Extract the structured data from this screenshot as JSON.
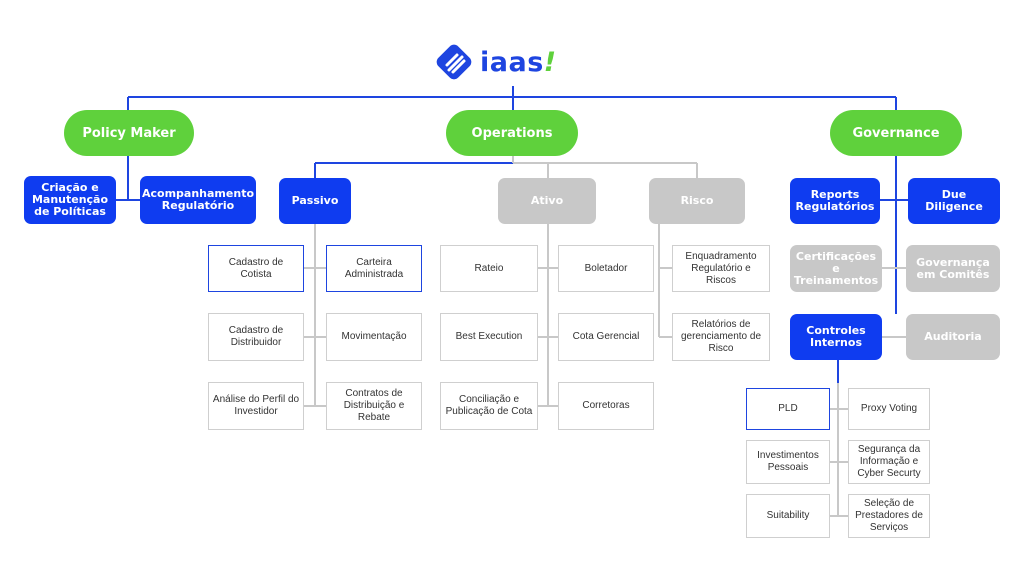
{
  "logo": {
    "name": "iaas",
    "mark": "!"
  },
  "colors": {
    "green": "#5fd13c",
    "blue": "#0f3cf0",
    "grey": "#c8c8c8",
    "line_blue": "#1e45e0",
    "line_grey": "#c8c8c8"
  },
  "top": {
    "policy": "Policy Maker",
    "operations": "Operations",
    "governance": "Governance"
  },
  "policy": {
    "criacao": "Criação e Manutenção de Políticas",
    "acompanhamento": "Acompanhamento Regulatório"
  },
  "operations": {
    "passivo": "Passivo",
    "ativo": "Ativo",
    "risco": "Risco"
  },
  "passivo_items": {
    "cadastro_cotista": "Cadastro de Cotista",
    "carteira": "Carteira Administrada",
    "cadastro_distribuidor": "Cadastro de Distribuidor",
    "movimentacao": "Movimentação",
    "analise_perfil": "Análise do Perfil do Investidor",
    "contratos": "Contratos de Distribuição e Rebate"
  },
  "ativo_items": {
    "rateio": "Rateio",
    "boletador": "Boletador",
    "best_execution": "Best Execution",
    "cota_gerencial": "Cota Gerencial",
    "conciliacao": "Conciliação e Publicação de Cota",
    "corretoras": "Corretoras"
  },
  "risco_items": {
    "enquadramento": "Enquadramento Regulatório e Riscos",
    "relatorios": "Relatórios de gerenciamento de Risco"
  },
  "governance": {
    "reports": "Reports Regulatórios",
    "due_diligence": "Due Diligence",
    "certificacoes": "Certificações e Treinamentos",
    "governanca_comites": "Governança em Comitês",
    "controles": "Controles Internos",
    "auditoria": "Auditoria"
  },
  "controles_items": {
    "pld": "PLD",
    "proxy_voting": "Proxy Voting",
    "investimentos": "Investimentos Pessoais",
    "seguranca": "Segurança da Informação e Cyber Securty",
    "suitability": "Suitability",
    "selecao": "Seleção de Prestadores de Serviços"
  }
}
